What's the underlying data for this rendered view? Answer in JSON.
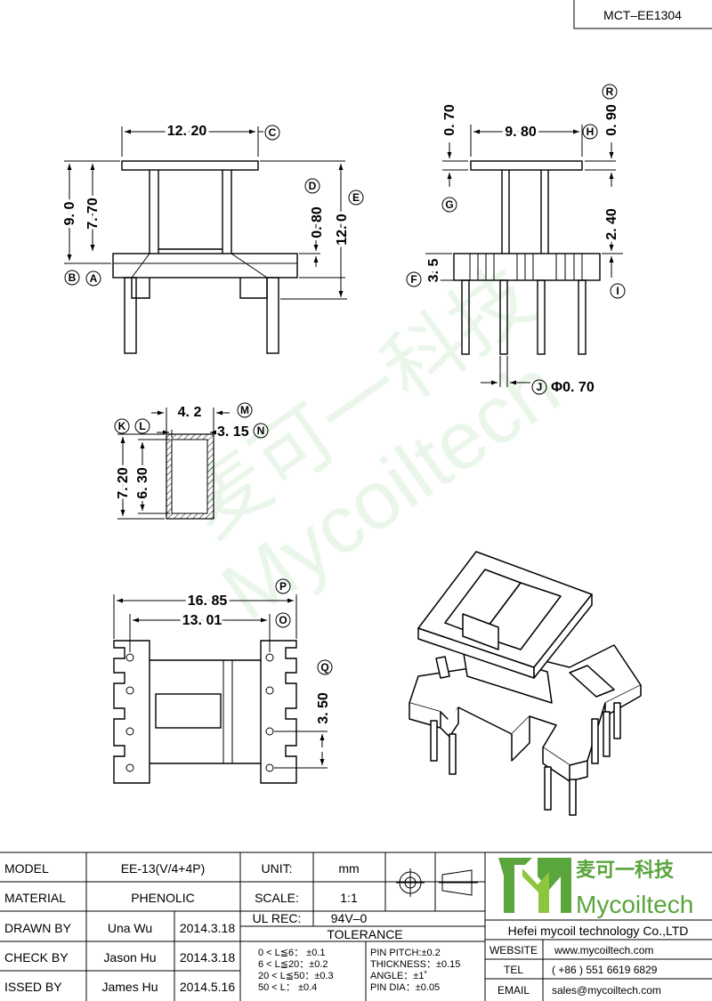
{
  "drawing_no": "MCT–EE1304",
  "watermark": {
    "cn": "麦可一科技",
    "en": "Mycoiltech"
  },
  "front_view": {
    "dim_top": "12. 20",
    "dim_total_h": "9. 0",
    "dim_body_h": "7. 70",
    "dim_flange": "0. 80",
    "dim_overall_h": "12. 0",
    "labels": {
      "c": "C",
      "d": "D",
      "e": "E",
      "b": "B",
      "a": "A"
    }
  },
  "side_view": {
    "dim_top": "9. 80",
    "dim_a": "0. 70",
    "dim_b": "0. 90",
    "dim_c": "2. 40",
    "dim_d": "3. 5",
    "dim_pin": "Φ0. 70",
    "labels": {
      "r": "R",
      "h": "H",
      "g": "G",
      "f": "F",
      "i": "I",
      "j": "J"
    }
  },
  "section_view": {
    "dim_w_outer": "4. 2",
    "dim_w_inner": "3. 15",
    "dim_h_outer": "7. 20",
    "dim_h_inner": "6. 30",
    "labels": {
      "k": "K",
      "l": "L",
      "m": "M",
      "n": "N"
    }
  },
  "bottom_view": {
    "dim_total": "16. 85",
    "dim_pin_span": "13. 01",
    "dim_pitch": "3. 50",
    "labels": {
      "p": "P",
      "o": "O",
      "q": "Q"
    }
  },
  "title_block": {
    "rows": [
      {
        "label": "MODEL",
        "value": "EE-13(V/4+4P)",
        "date": ""
      },
      {
        "label": "MATERIAL",
        "value": "PHENOLIC",
        "date": ""
      },
      {
        "label": "DRAWN BY",
        "value": "Una Wu",
        "date": "2014.3.18"
      },
      {
        "label": "CHECK BY",
        "value": "Jason Hu",
        "date": "2014.3.18"
      },
      {
        "label": "ISSED BY",
        "value": "James Hu",
        "date": "2014.5.16"
      }
    ],
    "unit_label": "UNIT:",
    "unit_value": "mm",
    "scale_label": "SCALE:",
    "scale_value": "1:1",
    "ul_label": "UL REC:",
    "ul_value": "94V–0",
    "tolerance_title": "TOLERANCE",
    "tol_left": [
      "0 < L≦6： ±0.1",
      "6 < L≦20：±0.2",
      "20 < L≦50：±0.3",
      "50 < L： ±0.4"
    ],
    "tol_right": [
      "PIN PITCH:±0.2",
      "THICKNESS：±0.15",
      "ANGLE：±1˚",
      "PIN DIA：±0.05"
    ],
    "company_cn": "麦可一科技",
    "company_en": "Mycoiltech",
    "company_full": "Hefei mycoil technology Co.,LTD",
    "website_label": "WEBSITE",
    "website": "www.mycoiltech.com",
    "tel_label": "TEL",
    "tel": "( +86 ) 551 6619 6829",
    "email_label": "EMAIL",
    "email": "sales@mycoiltech.com",
    "brand_color": "#5aa53c"
  }
}
